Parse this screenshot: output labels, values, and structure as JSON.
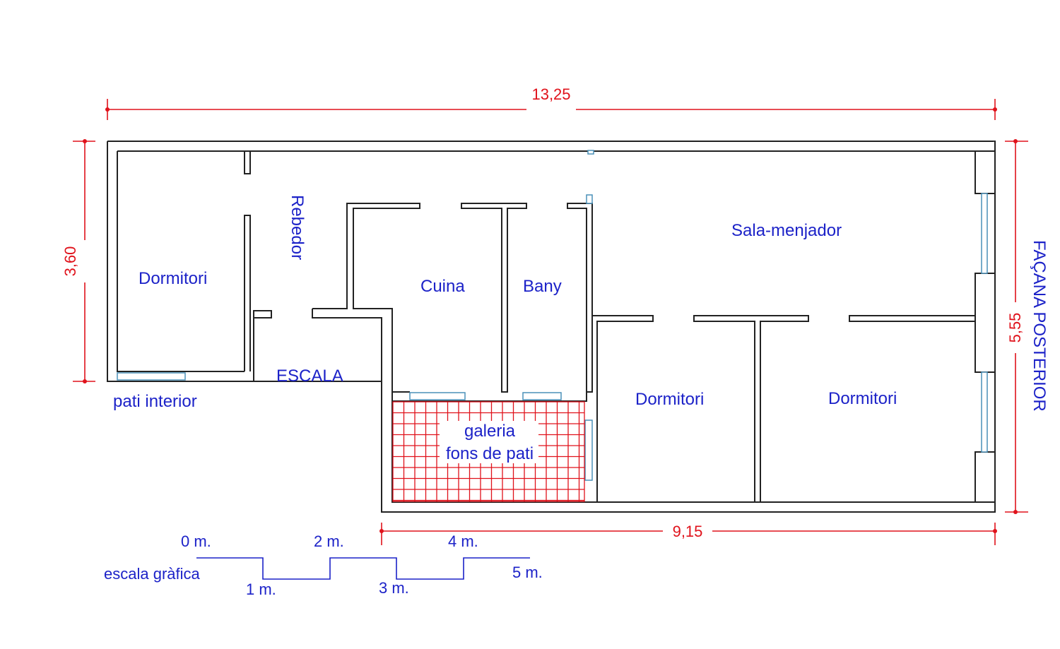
{
  "rooms": {
    "dormitori_left": "Dormitori",
    "rebedor": "Rebedor",
    "cuina": "Cuina",
    "bany": "Bany",
    "sala_menjador": "Sala-menjador",
    "dormitori_mid": "Dormitori",
    "dormitori_right": "Dormitori",
    "pati_interior": "pati interior",
    "escala": "ESCALA",
    "galeria_line1": "galeria",
    "galeria_line2": "fons de pati"
  },
  "dimensions": {
    "top_width": "13,25",
    "left_height": "3,60",
    "right_height": "5,55",
    "bottom_width": "9,15"
  },
  "facade_label": "FAÇANA POSTERIOR",
  "scale_bar": {
    "title": "escala gràfica",
    "ticks": [
      "0 m.",
      "1 m.",
      "2 m.",
      "3 m.",
      "4 m.",
      "5 m."
    ]
  },
  "colors": {
    "label_blue": "#1c22c8",
    "dimension_red": "#e0121b",
    "window_blue": "#4a90b8"
  }
}
